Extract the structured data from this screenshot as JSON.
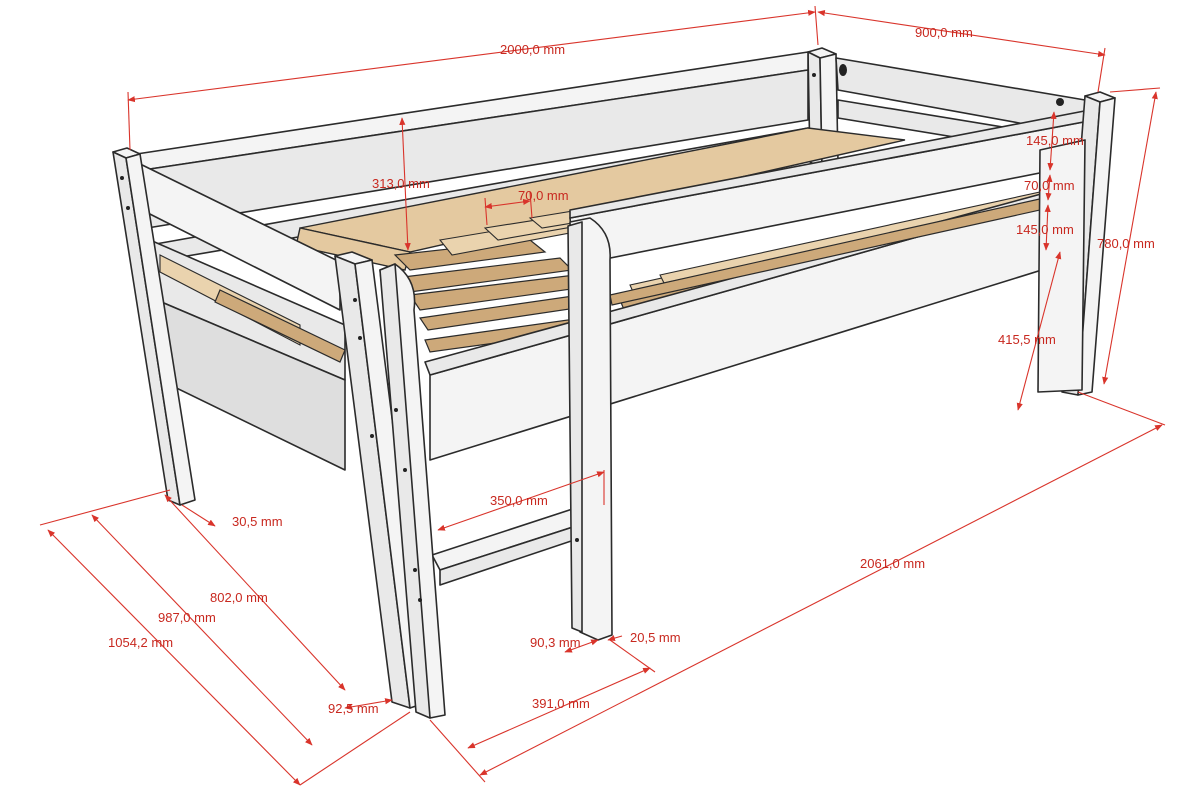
{
  "dimensions": {
    "length_top": "2000,0 mm",
    "width_top": "900,0 mm",
    "rail_height": "313,0 mm",
    "slat_width": "70,0 mm",
    "guard_upper": "145,0 mm",
    "guard_gap": "70,0 mm",
    "guard_lower": "145,0 mm",
    "total_height": "780,0 mm",
    "underside_height": "415,5 mm",
    "ladder_width": "350,0 mm",
    "leg_offset": "30,5 mm",
    "inner_width": "802,0 mm",
    "width_mid": "987,0 mm",
    "width_total": "1054,2 mm",
    "leg_depth": "92,5 mm",
    "ladder_post_depth": "90,3 mm",
    "ladder_post_width": "20,5 mm",
    "ladder_position": "391,0 mm",
    "total_length": "2061,0 mm"
  },
  "colors": {
    "frame": "#f4f4f4",
    "plywood": "#e4c9a0",
    "slat": "#cda97a",
    "dimension": "#d9342b"
  }
}
